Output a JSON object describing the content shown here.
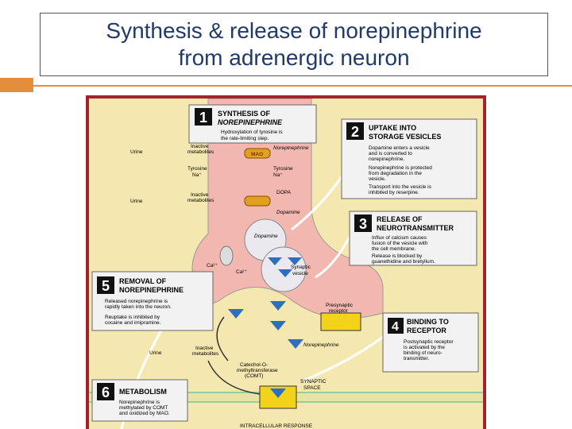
{
  "slide": {
    "title_line1": "Synthesis & release of norepinephrine",
    "title_line2": "from adrenergic neuron",
    "accent_color": "#e48e3c",
    "title_color": "#1f3a6b"
  },
  "diagram": {
    "box1": {
      "number": "1",
      "title1": "SYNTHESIS OF",
      "title2": "NOREPINEPHRINE",
      "bullet1": "Hydroxylation of tyrosine is",
      "bullet1b": "the rate-limiting step."
    },
    "box2": {
      "number": "2",
      "title1": "UPTAKE INTO",
      "title2": "STORAGE VESICLES",
      "b1a": "Dopamine enters a vesicle",
      "b1b": "and is converted to",
      "b1c": "norepinephrine.",
      "b2a": "Norepinephrine is protected",
      "b2b": "from degradation in the",
      "b2c": "vesicle.",
      "b3a": "Transport into the vesicle is",
      "b3b": "inhibited by reserpine."
    },
    "box3": {
      "number": "3",
      "title1": "RELEASE OF",
      "title2": "NEUROTRANSMITTER",
      "b1a": "Influx of calcium causes",
      "b1b": "fusion of the vesicle with",
      "b1c": "the cell membrane.",
      "b2a": "Release is blocked by",
      "b2b": "guanethidine and bretylium."
    },
    "box4": {
      "number": "4",
      "title1": "BINDING TO",
      "title2": "RECEPTOR",
      "b1a": "Postsynaptic receptor",
      "b1b": "is activated by the",
      "b1c": "binding of neuro-",
      "b1d": "transmitter."
    },
    "box5": {
      "number": "5",
      "title1": "REMOVAL OF",
      "title2": "NOREPINEPHRINE",
      "b1a": "Released norepinephrine is",
      "b1b": "rapidly taken into the neuron.",
      "b2a": "Reuptake is inhibited by",
      "b2b": "cocaine and imipramine."
    },
    "box6": {
      "number": "6",
      "title1": "METABOLISM",
      "b1a": "Norepinephrine is",
      "b1b": "methylated by COMT",
      "b1c": "and oxidized by MAO."
    },
    "labels": {
      "urine1": "Urine",
      "inactive1a": "Inactive",
      "inactive1b": "metabolites",
      "norepi1": "Norepinephrine",
      "tyrosine_left": "Tyrosine",
      "na_left": "Na⁺",
      "tyrosine_right": "Tyrosine",
      "na_right": "Na⁺",
      "urine2": "Urine",
      "inactive2a": "Inactive",
      "inactive2b": "metabolites",
      "dopa": "DOPA",
      "dopamine1": "Dopamine",
      "dopamine2": "Dopamine",
      "ca_left": "Ca²⁺",
      "ca_right": "Ca²⁺",
      "synaptic1": "Synaptic",
      "synaptic2": "vesicle",
      "presyn1": "Presynaptic",
      "presyn2": "receptor",
      "urine3": "Urine",
      "inactive3a": "Inactive",
      "inactive3b": "metabolites",
      "norepi2": "Norepinephrine",
      "comt1": "Catechol-O-",
      "comt2": "methyltransferase",
      "comt3": "(COMT)",
      "space1": "SYNAPTIC",
      "space2": "SPACE",
      "intracell": "INTRACELLULAR RESPONSE",
      "mao": "MAO"
    }
  }
}
